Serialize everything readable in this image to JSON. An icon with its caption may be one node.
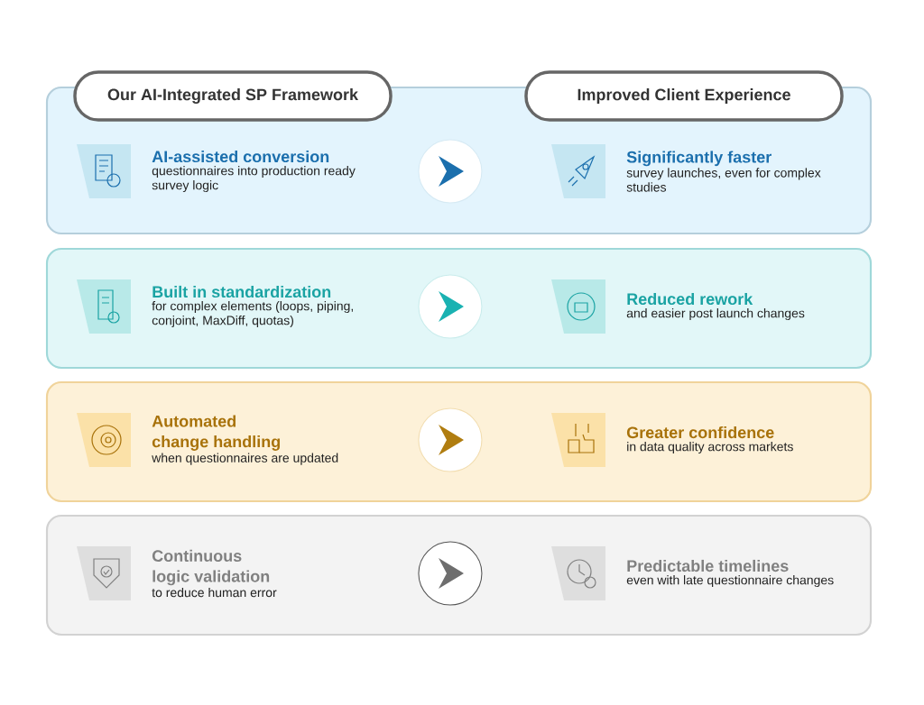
{
  "diagram": {
    "nodes": [
      {
        "text": [
          "Our AI-Integrated SP Framework"
        ]
      },
      {
        "text": [
          "Improved Client Experience"
        ]
      },
      {
        "text": [],
        "shape": "box"
      },
      {
        "text": [
          "AI-assisted conversion",
          "questionnaires into production ready survey logic"
        ],
        "in": 2
      },
      {
        "text": [],
        "shape": "circle",
        "in": 2
      },
      {
        "text": [
          "Significantly faster",
          "survey launches, even for complex studies"
        ],
        "in": 2
      },
      {
        "text": [],
        "shape": "box"
      },
      {
        "text": [
          "Built in standardization",
          "for complex elements (loops, piping, conjoint, MaxDiff, quotas)"
        ],
        "in": 6
      },
      {
        "text": [],
        "shape": "circle",
        "in": 6
      },
      {
        "text": [
          "Reduced rework",
          "and easier post launch changes"
        ],
        "in": 6
      },
      {
        "text": [],
        "shape": "box"
      },
      {
        "text": [
          "Automated change handling",
          "when questionnaires are updated"
        ],
        "in": 10
      },
      {
        "text": [],
        "shape": "circle",
        "in": 10
      },
      {
        "text": [
          "Greater confidence",
          "in data quality across markets"
        ],
        "in": 10
      },
      {
        "text": [],
        "shape": "box"
      },
      {
        "text": [
          "Continuous logic validation",
          "to reduce human error"
        ],
        "in": 14
      },
      {
        "text": [],
        "shape": "circle",
        "in": 14
      },
      {
        "text": [
          "Predictable timelines",
          "even with late questionnaire changes"
        ],
        "in": 14
      }
    ]
  }
}
